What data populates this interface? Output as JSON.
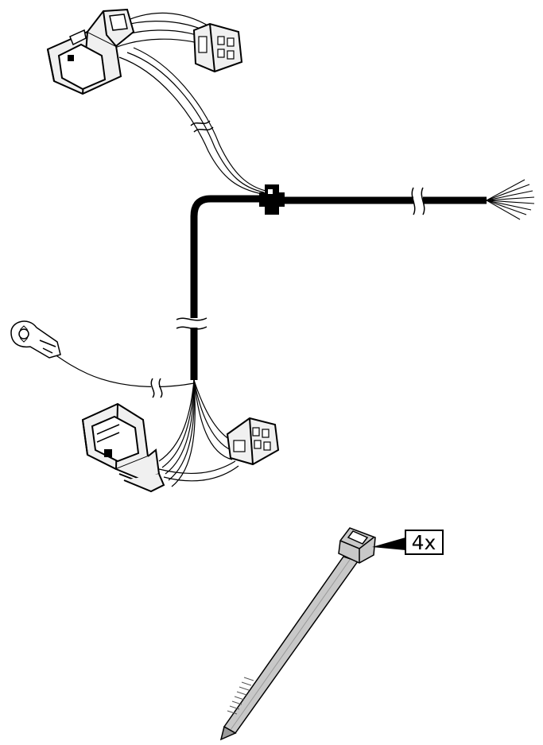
{
  "diagram": {
    "quantity_label": "4x",
    "parts": [
      "wiring-harness",
      "cable-tie"
    ]
  },
  "colors": {
    "line": "#000000",
    "background": "#ffffff",
    "connector_fill": "#f0f0f0",
    "tie_fill": "#c8c8c8",
    "tie_dark": "#9a9a9a"
  }
}
